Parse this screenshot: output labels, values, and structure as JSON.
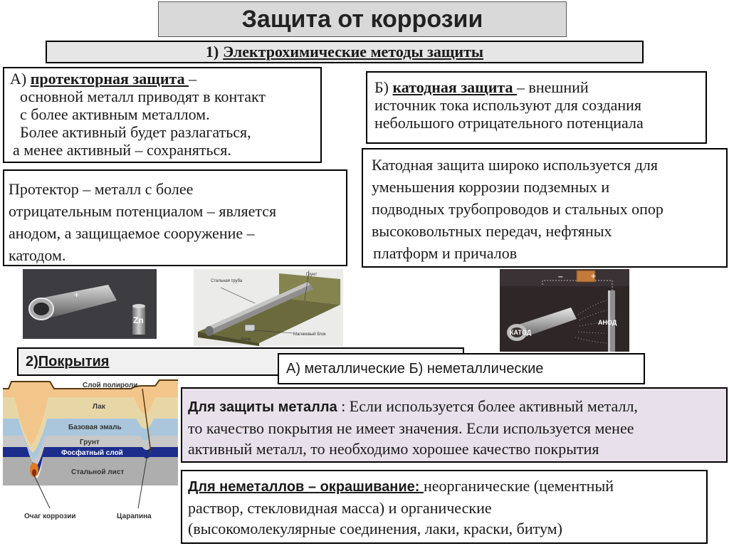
{
  "title": "Защита от коррозии",
  "section1": {
    "number": "1)",
    "label": "Электрохимические методы защиты"
  },
  "box_a": {
    "prefix": "А) ",
    "term": "протекторная защита ",
    "dash": "–",
    "lines": [
      "основной металл приводят в контакт",
      "с более активным металлом.",
      "Более активный будет разлагаться,",
      "а менее активный – сохраняться."
    ]
  },
  "box_b": {
    "prefix": "Б) ",
    "term": "катодная защита ",
    "rest": "– внешний",
    "lines": [
      "источник тока используют для создания",
      "небольшого отрицательного потенциала"
    ]
  },
  "protector": {
    "lines": [
      "Протектор – металл с более",
      "отрицательным потенциалом – является",
      "анодом, а защищаемое сооружение –",
      "катодом."
    ]
  },
  "cathodic_usage": {
    "lines": [
      "Катодная защита широко используется для",
      "уменьшения коррозии подземных и",
      "подводных трубопроводов и стальных опор",
      "высоковольтных передач, нефтяных",
      "платформ и причалов"
    ]
  },
  "images": {
    "pipe1": {
      "label": "Zn"
    },
    "pipe2": {
      "labels": [
        "Стальная труба",
        "Грунт",
        "Магниевый блок",
        "Анод"
      ]
    },
    "anode": {
      "labels": [
        "КАТОД",
        "АНОД",
        "–",
        "+"
      ]
    }
  },
  "section2": {
    "number": "2)",
    "label": " Покрытия"
  },
  "metal_types": "А) металлические Б) неметаллические",
  "layers": {
    "labels": [
      "Слой полироли",
      "Лак",
      "Базовая эмаль",
      "Грунт",
      "Фосфатный слой",
      "Стальной лист",
      "Очаг коррозии",
      "Царапина"
    ],
    "colors": {
      "polish": "#f2c68a",
      "lacquer": "#e7d6a7",
      "enamel": "#a9c7dc",
      "primer": "#c9c9c9",
      "phosphate": "#1d2c88",
      "steel": "#b0b0b0",
      "rust": "#e07a20"
    }
  },
  "metal_protect": {
    "term": "Для защиты металла",
    "rest_first": " : Если используется более активный металл,",
    "lines": [
      "то качество покрытия не имеет значения. Если  используется менее",
      "активный металл, то необходимо хорошее качество покрытия"
    ]
  },
  "nonmetal": {
    "term": "Для неметаллов – окрашивание: ",
    "rest_first": " неорганические (цементный",
    "lines": [
      "раствор, стекловидная масса) и органические",
      "(высокомолекулярные соединения, лаки, краски, битум)"
    ]
  }
}
